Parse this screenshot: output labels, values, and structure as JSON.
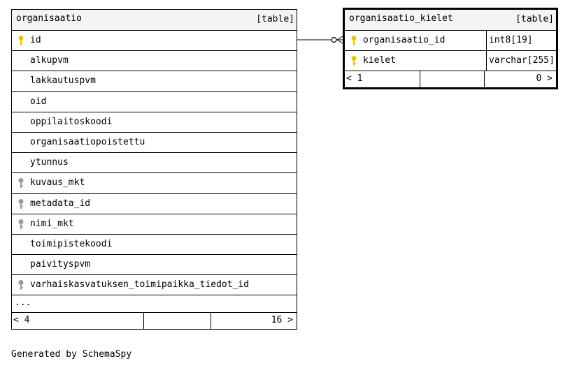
{
  "tables": [
    {
      "name": "organisaatio",
      "kind": "[table]",
      "columns": [
        {
          "name": "id",
          "key": "primary"
        },
        {
          "name": "alkupvm",
          "key": ""
        },
        {
          "name": "lakkautuspvm",
          "key": ""
        },
        {
          "name": "oid",
          "key": ""
        },
        {
          "name": "oppilaitoskoodi",
          "key": ""
        },
        {
          "name": "organisaatiopoistettu",
          "key": ""
        },
        {
          "name": "ytunnus",
          "key": ""
        },
        {
          "name": "kuvaus_mkt",
          "key": "foreign"
        },
        {
          "name": "metadata_id",
          "key": "foreign"
        },
        {
          "name": "nimi_mkt",
          "key": "foreign"
        },
        {
          "name": "toimipistekoodi",
          "key": ""
        },
        {
          "name": "paivityspvm",
          "key": ""
        },
        {
          "name": "varhaiskasvatuksen_toimipaikka_tiedot_id",
          "key": "foreign"
        }
      ],
      "more": "...",
      "footer_left": "< 4",
      "footer_right": "16 >"
    },
    {
      "name": "organisaatio_kielet",
      "kind": "[table]",
      "columns": [
        {
          "name": "organisaatio_id",
          "type": "int8[19]",
          "key": "primary"
        },
        {
          "name": "kielet",
          "type": "varchar[255]",
          "key": "primary"
        }
      ],
      "footer_left": "< 1",
      "footer_right": "0 >"
    }
  ],
  "colors": {
    "primary_key": "#e6c800",
    "foreign_key": "#9a9a9a",
    "header_bg": "#f4f4f4"
  },
  "caption": "Generated by SchemaSpy"
}
